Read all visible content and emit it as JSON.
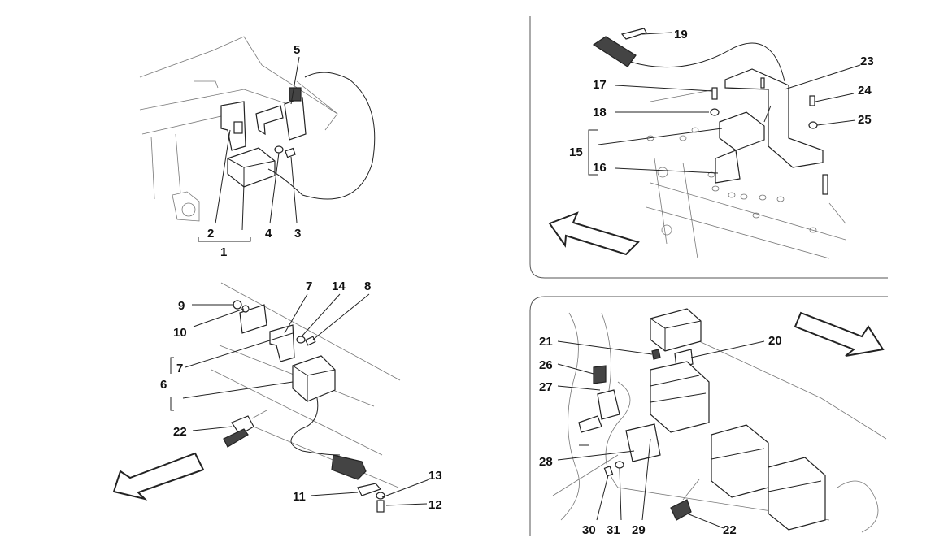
{
  "callouts": {
    "c1": "1",
    "c2": "2",
    "c3": "3",
    "c4": "4",
    "c5": "5",
    "c6": "6",
    "c7a": "7",
    "c7b": "7",
    "c8": "8",
    "c9": "9",
    "c10": "10",
    "c11": "11",
    "c12": "12",
    "c13": "13",
    "c14": "14",
    "c15": "15",
    "c16": "16",
    "c17": "17",
    "c18": "18",
    "c19": "19",
    "c20": "20",
    "c21": "21",
    "c22a": "22",
    "c22b": "22",
    "c23": "23",
    "c24": "24",
    "c25": "25",
    "c26": "26",
    "c27": "27",
    "c28": "28",
    "c29": "29",
    "c30": "30",
    "c31": "31"
  }
}
